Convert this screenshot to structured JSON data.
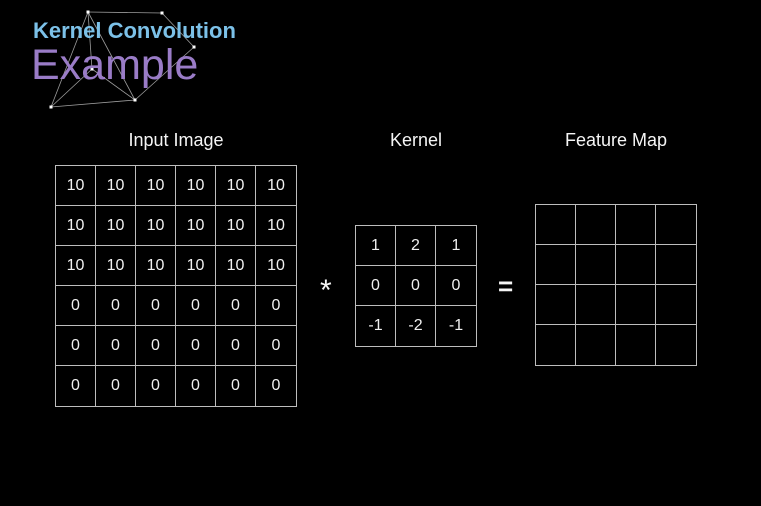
{
  "slide": {
    "title": "Kernel Convolution",
    "subtitle": "Example",
    "colors": {
      "background": "#000000",
      "title": "#7cc1e8",
      "subtitle": "#9a7cc7",
      "grid_line": "#bdbdbd",
      "cell_text": "#f0f0f0",
      "label_text": "#f5f5f5"
    }
  },
  "input_image": {
    "label": "Input Image",
    "grid": [
      [
        10,
        10,
        10,
        10,
        10,
        10
      ],
      [
        10,
        10,
        10,
        10,
        10,
        10
      ],
      [
        10,
        10,
        10,
        10,
        10,
        10
      ],
      [
        0,
        0,
        0,
        0,
        0,
        0
      ],
      [
        0,
        0,
        0,
        0,
        0,
        0
      ],
      [
        0,
        0,
        0,
        0,
        0,
        0
      ]
    ]
  },
  "kernel": {
    "label": "Kernel",
    "grid": [
      [
        1,
        2,
        1
      ],
      [
        0,
        0,
        0
      ],
      [
        -1,
        -2,
        -1
      ]
    ]
  },
  "feature_map": {
    "label": "Feature Map",
    "grid": [
      [
        "",
        "",
        "",
        ""
      ],
      [
        "",
        "",
        "",
        ""
      ],
      [
        "",
        "",
        "",
        ""
      ],
      [
        "",
        "",
        "",
        ""
      ]
    ]
  },
  "operators": {
    "convolution": "*",
    "equals": "="
  }
}
